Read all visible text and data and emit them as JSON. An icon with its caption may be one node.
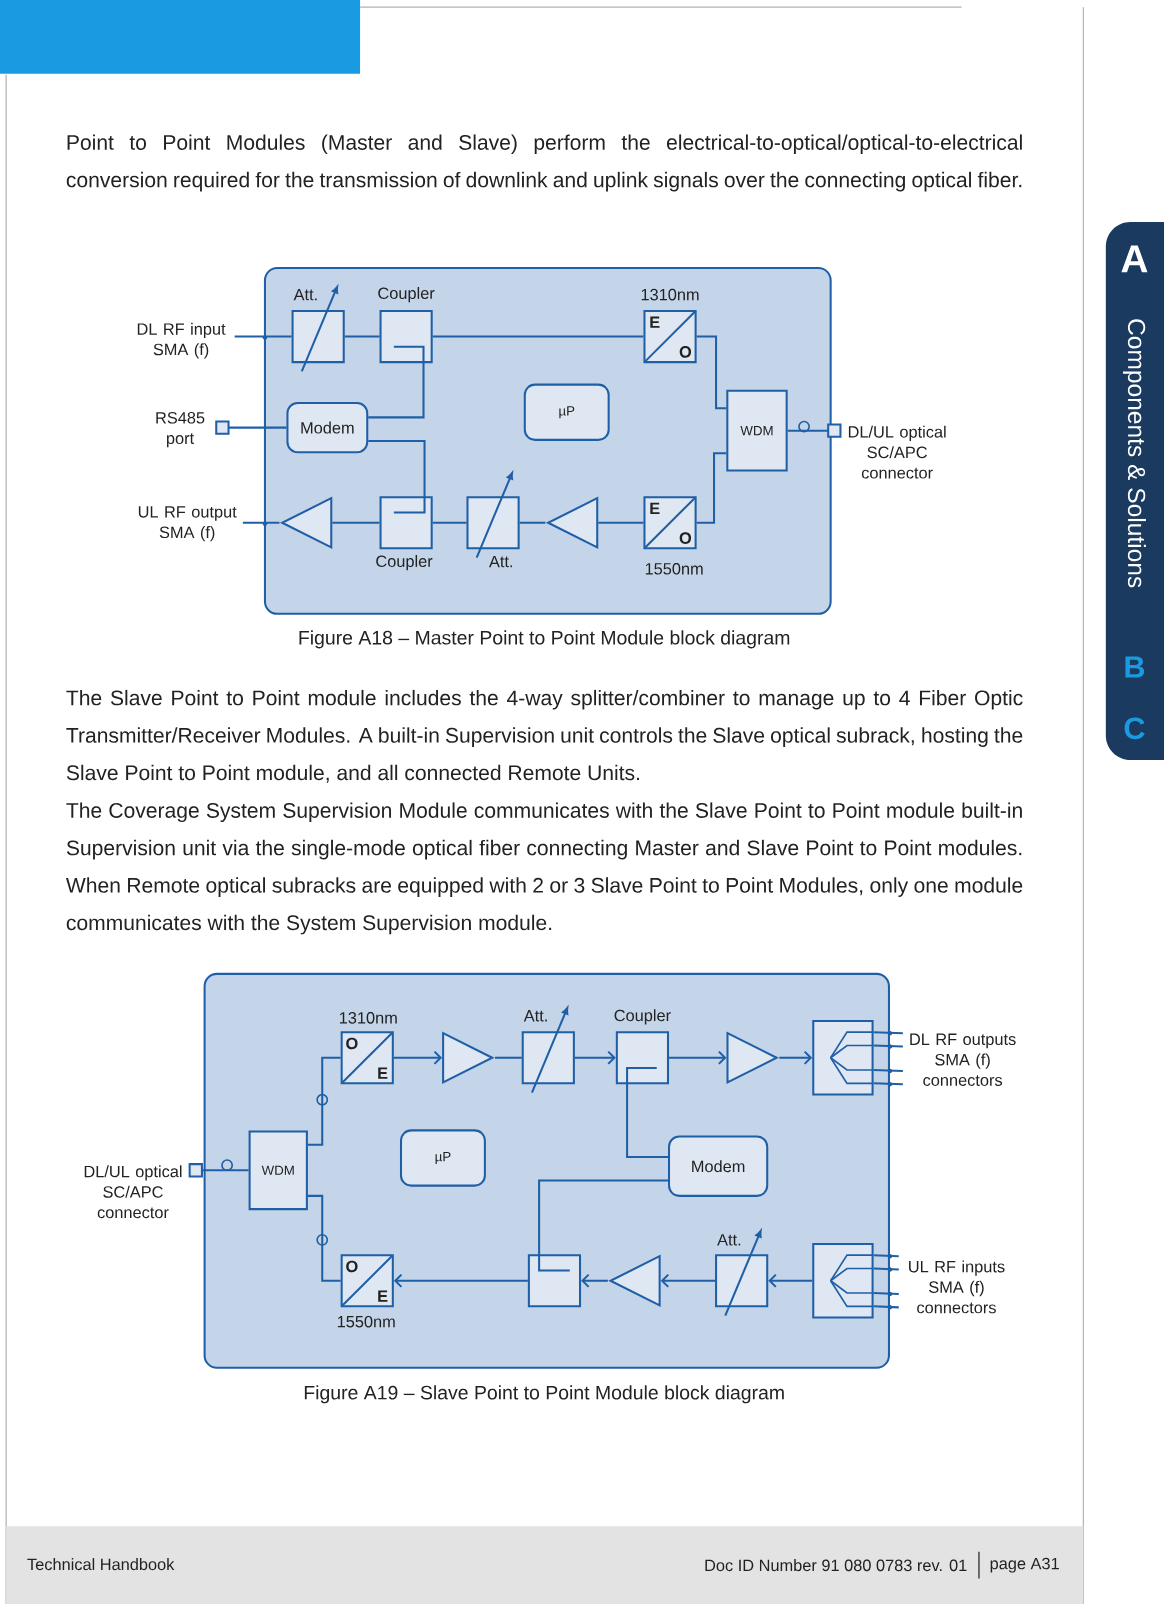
{
  "diagram": {
    "nodes": [
      {
        "text": [],
        "shape": "box"
      },
      {
        "text": [
          "DL RF input SMA (f)"
        ]
      },
      {
        "text": [
          "Att."
        ],
        "in": 0
      },
      {
        "text": [
          "Coupler"
        ],
        "in": 0
      },
      {
        "text": [
          "1310nm",
          "E",
          "O"
        ],
        "in": 0
      },
      {
        "text": [
          "Modem"
        ],
        "in": 0
      },
      {
        "text": [
          "µP"
        ],
        "in": 0
      },
      {
        "text": [
          "WDM"
        ],
        "in": 0
      },
      {
        "text": [
          "RS485 port"
        ]
      },
      {
        "text": [
          "DL/UL optical SC/APC connector"
        ]
      },
      {
        "text": [
          "UL RF output SMA (f)"
        ]
      },
      {
        "text": [],
        "shape": "triangle",
        "in": 0
      },
      {
        "text": [
          "Coupler"
        ],
        "in": 0
      },
      {
        "text": [
          "Att."
        ],
        "in": 0
      },
      {
        "text": [],
        "shape": "triangle",
        "in": 0
      },
      {
        "text": [
          "E",
          "O",
          "1550nm"
        ],
        "in": 0
      },
      {
        "text": [],
        "shape": "box"
      },
      {
        "text": [
          "DL/UL optical SC/APC connector"
        ]
      },
      {
        "text": [
          "WDM"
        ],
        "in": 16
      },
      {
        "text": [
          "1310nm",
          "O",
          "E"
        ],
        "in": 16
      },
      {
        "text": [],
        "shape": "triangle",
        "in": 16
      },
      {
        "text": [
          "Att."
        ],
        "in": 16
      },
      {
        "text": [
          "Coupler"
        ],
        "in": 16
      },
      {
        "text": [],
        "shape": "triangle",
        "in": 16
      },
      {
        "text": [],
        "shape": "box",
        "in": 16
      },
      {
        "text": [
          "DL RF outputs SMA (f) connectors"
        ]
      },
      {
        "text": [
          "µP"
        ],
        "in": 16
      },
      {
        "text": [
          "Modem"
        ],
        "in": 16
      },
      {
        "text": [
          "O",
          "E",
          "1550nm"
        ],
        "in": 16
      },
      {
        "text": [],
        "shape": "box",
        "in": 16
      },
      {
        "text": [],
        "shape": "triangle",
        "in": 16
      },
      {
        "text": [
          "Att."
        ],
        "in": 16
      },
      {
        "text": [],
        "shape": "box",
        "in": 16
      },
      {
        "text": [
          "UL RF inputs SMA (f) connectors"
        ]
      }
    ],
    "edges": [
      {
        "from": 1,
        "to": 2,
        "arrow": "none"
      },
      {
        "from": 2,
        "to": 3,
        "arrow": "none"
      },
      {
        "from": 3,
        "to": 4,
        "arrow": "none"
      },
      {
        "from": 4,
        "to": 7,
        "arrow": "none"
      },
      {
        "from": 3,
        "to": 5,
        "arrow": "none"
      },
      {
        "from": 5,
        "to": 8,
        "arrow": "other"
      },
      {
        "from": 7,
        "to": 9,
        "arrow": "other"
      },
      {
        "from": 7,
        "to": 15,
        "arrow": "none"
      },
      {
        "from": 15,
        "to": 14,
        "arrow": "none"
      },
      {
        "from": 14,
        "to": 13,
        "arrow": "none"
      },
      {
        "from": 13,
        "to": 12,
        "arrow": "none"
      },
      {
        "from": 12,
        "to": 11,
        "arrow": "none"
      },
      {
        "from": 11,
        "to": 10,
        "arrow": "none"
      },
      {
        "from": 5,
        "to": 12,
        "arrow": "none"
      },
      {
        "from": 18,
        "to": 17,
        "arrow": "other"
      },
      {
        "from": 18,
        "to": 19,
        "arrow": "none"
      },
      {
        "from": 18,
        "to": 28,
        "arrow": "none"
      },
      {
        "from": 19,
        "to": 20,
        "arrow": "to"
      },
      {
        "from": 20,
        "to": 21,
        "arrow": "none"
      },
      {
        "from": 21,
        "to": 22,
        "arrow": "to"
      },
      {
        "from": 22,
        "to": 23,
        "arrow": "to"
      },
      {
        "from": 23,
        "to": 24,
        "arrow": "to"
      },
      {
        "from": 24,
        "to": 25,
        "arrow": "none"
      },
      {
        "from": 24,
        "to": 25,
        "arrow": "none"
      },
      {
        "from": 24,
        "to": 25,
        "arrow": "none"
      },
      {
        "from": 24,
        "to": 25,
        "arrow": "none"
      },
      {
        "from": 22,
        "to": 27,
        "arrow": "none"
      },
      {
        "from": 27,
        "to": 29,
        "arrow": "none"
      },
      {
        "from": 33,
        "to": 32,
        "arrow": "none"
      },
      {
        "from": 33,
        "to": 32,
        "arrow": "none"
      },
      {
        "from": 33,
        "to": 32,
        "arrow": "none"
      },
      {
        "from": 33,
        "to": 32,
        "arrow": "none"
      },
      {
        "from": 32,
        "to": 31,
        "arrow": "to"
      },
      {
        "from": 31,
        "to": 30,
        "arrow": "to"
      },
      {
        "from": 30,
        "to": 29,
        "arrow": "to"
      },
      {
        "from": 29,
        "to": 28,
        "arrow": "to"
      }
    ],
    "labels": [
      "Point to Point Modules (Master and Slave) perform the electrical-to-optical/optical-to-electrical conversion required for the transmission of downlink and uplink signals over the connecting optical fiber.",
      "Figure A18 – Master Point to Point Module block diagram",
      "The Slave Point to Point module includes the 4-way splitter/combiner to manage up to 4 Fiber Optic Transmitter/Receiver Modules. A built-in Supervision unit controls the Slave optical subrack, hosting the Slave Point to Point module, and all connected Remote Units.",
      "The Coverage System Supervision Module communicates with the Slave Point to Point module built-in Supervision unit via the single-mode optical fiber connecting Master and Slave Point to Point modules. When Remote optical subracks are equipped with 2 or 3 Slave Point to Point Modules, only one module communicates with the System Supervision module.",
      "Figure A19 – Slave Point to Point Module block diagram",
      "A",
      "Components & Solutions",
      "B",
      "C",
      "Technical Handbook",
      "Doc ID Number 91 080 0783 rev. 01",
      "page A31"
    ]
  }
}
